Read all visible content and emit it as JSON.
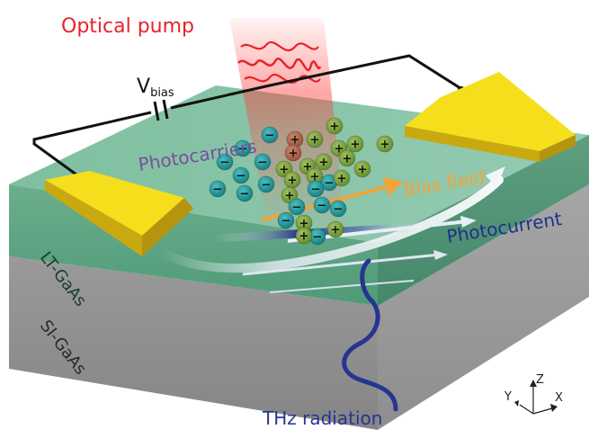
{
  "labels": {
    "optical_pump": "Optical pump",
    "v_main": "V",
    "v_sub": "bias",
    "photocarriers": "Photocarriers",
    "bias_field": "Bias field",
    "photocurrent": "Photocurrent",
    "lt_gaas": "LT-GaAs",
    "si_gaas": "SI-GaAs",
    "thz": "THz radiation"
  },
  "axes": {
    "z": "Z",
    "x": "X",
    "y": "Y"
  },
  "charges": {
    "plus": "+",
    "minus": "−"
  },
  "colors": {
    "pump": "#e8232a",
    "photocarriers": "#7a4e9e",
    "bias_field": "#f2a33a",
    "photocurrent": "#1f2f8f",
    "thz": "#263591",
    "electrode": "#f2dc1a",
    "layer_top": "#86c3a5",
    "substrate": "#9e9e9e"
  }
}
